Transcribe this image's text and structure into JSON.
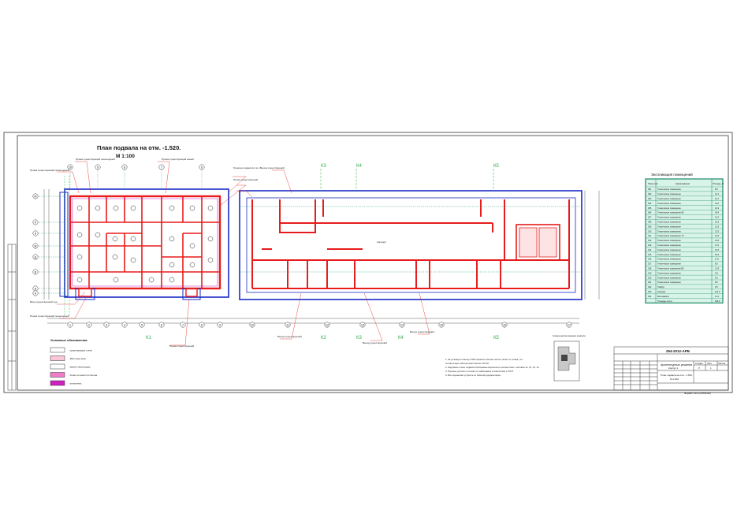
{
  "drawing": {
    "title": "План подвала на отм. -1.520.",
    "scale": "М 1:100",
    "sheet_code": "254-2012-АРБ",
    "project_name": "Архитектурные решения",
    "building": "Корпус 1",
    "sheet_title_line1": "План подвала на отм. -1.520.",
    "sheet_title_line2": "М 1:100",
    "footer": "Формат А3х3 (1189х420)"
  },
  "left_axes": [
    "М",
    "Л",
    "К",
    "Ж",
    "Д",
    "В",
    "Б",
    "А"
  ],
  "plan1_top_axes": [
    "10",
    "9",
    "8",
    "7",
    "6"
  ],
  "plan2_top_axes": [
    "К3",
    "К4",
    "К5"
  ],
  "bottom_axes": [
    "1",
    "2",
    "3",
    "4",
    "5",
    "6",
    "7",
    "8",
    "9",
    "10",
    "11",
    "12",
    "13",
    "14",
    "15",
    "16",
    "17"
  ],
  "bottom_k_labels": [
    "К1",
    "К2",
    "К3",
    "К4",
    "К5"
  ],
  "explication": {
    "title": "Экспликация помещений",
    "headers": [
      "Номер пом.",
      "Наименование",
      "Площадь, м²"
    ],
    "rows": [
      {
        "num": "001",
        "name": "Техническое помещение",
        "area": "8.9"
      },
      {
        "num": "002",
        "name": "Техническое помещение",
        "area": "12.1"
      },
      {
        "num": "003",
        "name": "Техническое помещение",
        "area": "12.7"
      },
      {
        "num": "004",
        "name": "Техническое помещение",
        "area": "14.0"
      },
      {
        "num": "005",
        "name": "Техническое помещение",
        "area": "10.3"
      },
      {
        "num": "006",
        "name": "Техническое помещение ВУ",
        "area": "28.4"
      },
      {
        "num": "007",
        "name": "Техническое помещение",
        "area": "15.3"
      },
      {
        "num": "008",
        "name": "Техническое помещение",
        "area": "15.3"
      },
      {
        "num": "009",
        "name": "Техническое помещение",
        "area": "12.9"
      },
      {
        "num": "010",
        "name": "Техническое помещение",
        "area": "12.5"
      },
      {
        "num": "011",
        "name": "Техническое помещение ТУ",
        "area": "16.6"
      },
      {
        "num": "012",
        "name": "Техническое помещение",
        "area": "13.5"
      },
      {
        "num": "013",
        "name": "Техническое помещение",
        "area": "17.0"
      },
      {
        "num": "014",
        "name": "Техническое помещение",
        "area": "12.6"
      },
      {
        "num": "015",
        "name": "Техническое помещение",
        "area": "15.4"
      },
      {
        "num": "016",
        "name": "Техническое помещение",
        "area": "11.9"
      },
      {
        "num": "017",
        "name": "Техническое помещение",
        "area": "8.0"
      },
      {
        "num": "018",
        "name": "Техническое помещение ВУ",
        "area": "12.9"
      },
      {
        "num": "019",
        "name": "Техническое помещение",
        "area": "9.8"
      },
      {
        "num": "020",
        "name": "Техническое помещение",
        "area": "5.9"
      },
      {
        "num": "021",
        "name": "Техническое помещение",
        "area": "8.6"
      },
      {
        "num": "022",
        "name": "Тамбур",
        "area": "2.8"
      },
      {
        "num": "023",
        "name": "Коридор",
        "area": "101.9"
      },
      {
        "num": "024",
        "name": "Венткамера",
        "area": "12.2"
      },
      {
        "num": "",
        "name": "Площадь итого:",
        "area": "606.9"
      }
    ]
  },
  "legend": {
    "title": "Условные обозначения",
    "items": [
      {
        "label": "- существующие стены"
      },
      {
        "label": "- ККК стены кирп."
      },
      {
        "label": "- кирпич перегородок"
      },
      {
        "label": "- блоки из ячеистого бетона"
      },
      {
        "label": "- утеплитель"
      }
    ]
  },
  "notes": [
    "1. За условную отметку 0.000 принята отметка чистого пола 1-го этажа, что",
    "соответствует абсолютной отметке 157.40",
    "2. Наружные стены подвала облицованы кирпичом в соответствии с листами 12, 13, 16, 14.",
    "3. Проемы устроить в стенах по шаблонам в соответствии с ГОСТ.",
    "4. Все перемычки устроить по рабочей документации."
  ],
  "annotations": {
    "a1": "Проем существующий пешеходный",
    "a2": "Проем существующий пешеходный",
    "a3": "Проем существующий новый",
    "a4": "Граница подвалов в ж.п.",
    "a5": "Проем существующий",
    "a6": "Вход существующий ход",
    "a7": "Проем существующий пешеходный",
    "a8": "Выход существующий",
    "a9": "Проем существующий",
    "a10": "Выход существующий",
    "a11": "Выход существующий",
    "a12": "Выход существующий"
  },
  "room_label": "Коридор",
  "keyplan_label": "Схема расположения корпуса",
  "title_block": {
    "stage_label": "Стадия",
    "sheet_label": "Лист",
    "sheets_label": "Листов",
    "stage": "Р",
    "sheet": "1"
  },
  "colors": {
    "wall_red": "#e81c1c",
    "axis_blue": "#1a2bc8",
    "teal": "#1a8a6a",
    "green": "#2eae45",
    "table_fill": "#d8f3e8",
    "magenta": "#d020c0"
  }
}
